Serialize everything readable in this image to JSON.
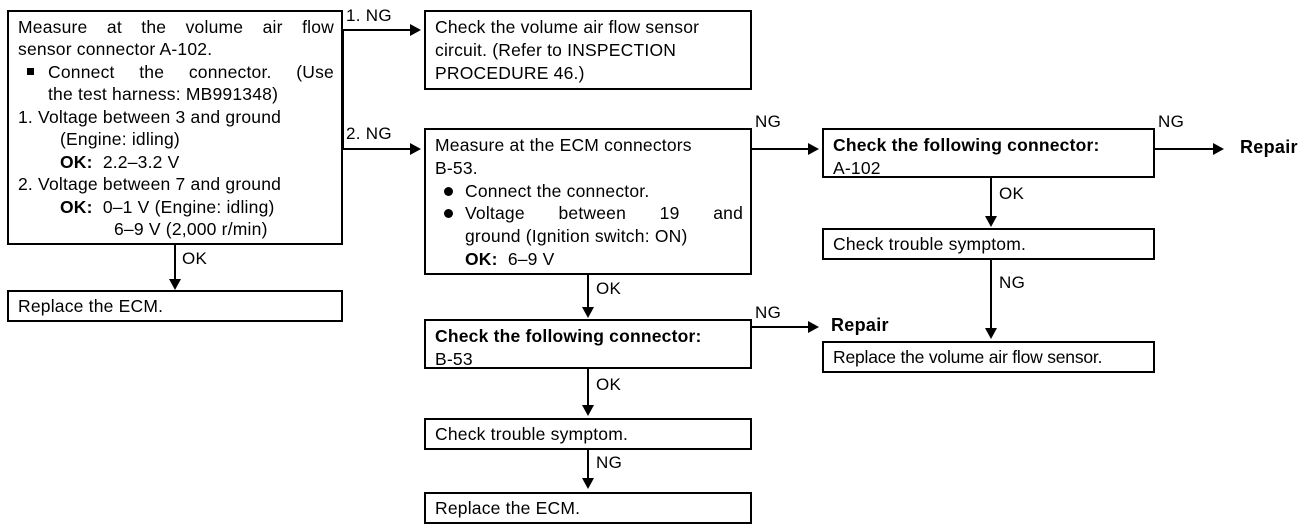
{
  "title": "Volume air flow sensor inspection flowchart",
  "nodes": {
    "measure_vaf": {
      "lines": [
        "Measure at the volume air flow",
        "sensor connector A-102."
      ],
      "bullet1_a": "Connect the connector. (Use",
      "bullet1_b": "the test harness: MB991348)",
      "step1_a": "1. Voltage between 3 and ground",
      "step1_b": "(Engine: idling)",
      "step1_ok_label": "OK:",
      "step1_ok_value": "2.2–3.2 V",
      "step2_a": "2. Voltage between 7 and ground",
      "step2_ok_label": "OK:",
      "step2_ok_value": "0–1 V (Engine: idling)",
      "step2_ok_value2": "6–9 V (2,000 r/min)"
    },
    "check_vaf_circuit": {
      "line1": "Check the volume air flow sensor",
      "line2": "circuit.  (Refer to INSPECTION",
      "line3": "PROCEDURE 46.)"
    },
    "measure_ecm": {
      "line1": "Measure at the ECM connectors",
      "line2": "B-53.",
      "bullet1": "Connect the connector.",
      "bullet2_a": "Voltage between 19 and",
      "bullet2_b": "ground (Ignition switch: ON)",
      "ok_label": "OK:",
      "ok_value": "6–9 V"
    },
    "check_conn_a102": {
      "line1": "Check the following connector:",
      "line2": "A-102"
    },
    "check_trouble_right": {
      "line1": "Check trouble symptom."
    },
    "replace_vaf_sensor": {
      "line1": "Replace the volume air flow sensor."
    },
    "check_conn_b53": {
      "line1": "Check the following connector:",
      "line2": "B-53"
    },
    "check_trouble_mid": {
      "line1": "Check trouble symptom."
    },
    "replace_ecm_mid": {
      "line1": "Replace the ECM."
    },
    "replace_ecm_left": {
      "line1": "Replace the ECM."
    },
    "repair_top": {
      "label": "Repair"
    },
    "repair_mid": {
      "label": "Repair"
    }
  },
  "edge_labels": {
    "ng1": "1. NG",
    "ng2": "2. NG",
    "ok_left": "OK",
    "ng_ecm_right": "NG",
    "ok_ecm_down": "OK",
    "ng_a102_right": "NG",
    "ok_a102_down": "OK",
    "ng_trouble_right_down": "NG",
    "ng_b53_right": "NG",
    "ok_b53_down": "OK",
    "ng_trouble_mid_down": "NG"
  },
  "colors": {
    "ink": "#000000",
    "paper": "#ffffff"
  }
}
